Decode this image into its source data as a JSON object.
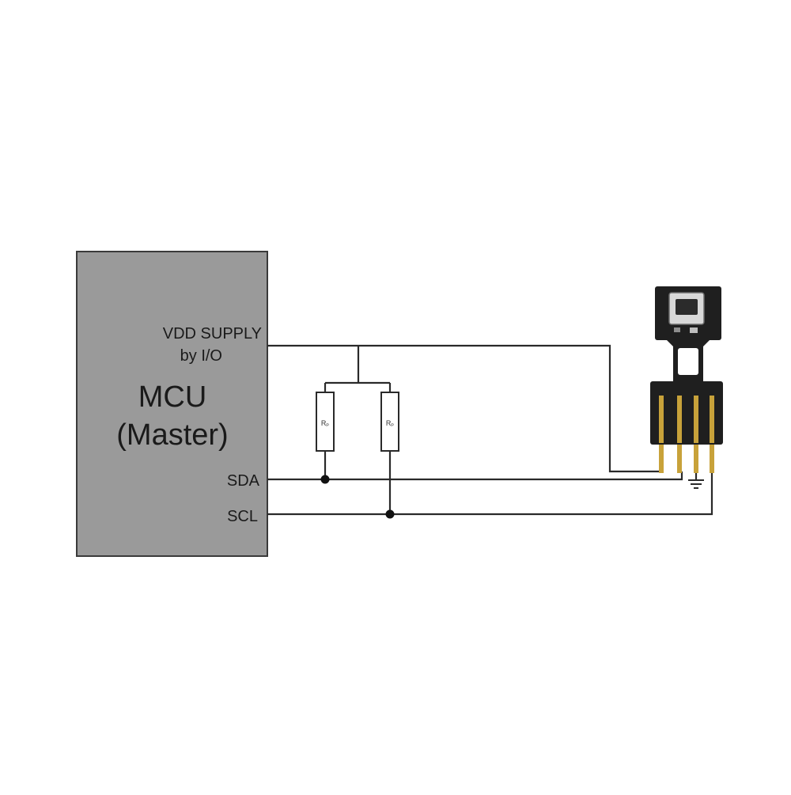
{
  "mcu": {
    "supply_label_line1": "VDD SUPPLY",
    "supply_label_line2": "by I/O",
    "title_line1": "MCU",
    "title_line2": "(Master)",
    "sda_label": "SDA",
    "scl_label": "SCL"
  },
  "resistors": {
    "left_label": "Rₚ",
    "right_label": "Rₚ"
  },
  "colors": {
    "mcu_fill": "#9a9a9a",
    "mcu_border": "#3a3a3a",
    "wire": "#2a2a2a",
    "sensor_body": "#1f1f1f",
    "pin_gold": "#c8a23a"
  }
}
